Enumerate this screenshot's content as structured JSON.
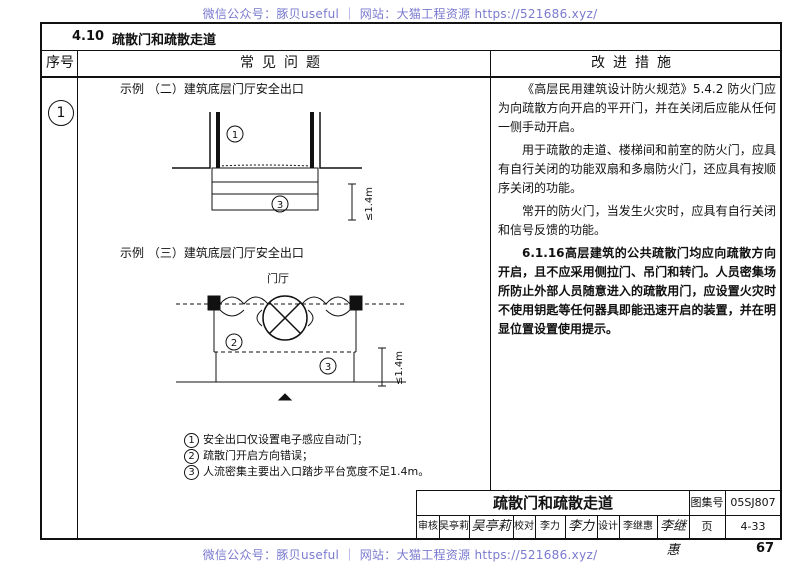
{
  "watermark": {
    "text": "微信公众号：豚贝useful ｜ 网站：大猫工程资源 https://521686.xyz/"
  },
  "section": {
    "number": "4.10",
    "title": "疏散门和疏散走道"
  },
  "table": {
    "col_index": "序号",
    "col_problem": "常见问题",
    "col_fix": "改进措施",
    "row_number": "1"
  },
  "examples": {
    "ex2_title": "示例 （二）建筑底层门厅安全出口",
    "ex3_title": "示例 （三）建筑底层门厅安全出口",
    "hall_label": "门厅",
    "dim_label": "≤1.4m",
    "m1": "1",
    "m2": "2",
    "m3": "3"
  },
  "annotations": [
    {
      "num": "1",
      "text": "安全出口仅设置电子感应自动门；"
    },
    {
      "num": "2",
      "text": "疏散门开启方向错误；"
    },
    {
      "num": "3",
      "text": "人流密集主要出入口踏步平台宽度不足1.4m。"
    }
  ],
  "measures": [
    "《高层民用建筑设计防火规范》5.4.2 防火门应为向疏散方向开启的平开门，并在关闭后应能从任何一侧手动开启。",
    "用于疏散的走道、楼梯间和前室的防火门，应具有自行关闭的功能双扇和多扇防火门，还应具有按顺序关闭的功能。",
    "常开的防火门，当发生火灾时，应具有自行关闭和信号反馈的功能。",
    "6.1.16高层建筑的公共疏散门均应向疏散方向开启，且不应采用侧拉门、吊门和转门。人员密集场所防止外部人员随意进入的疏散用门，应设置火灾时不使用钥匙等任何器具即能迅速开启的装置，并在明显位置设置使用提示。"
  ],
  "title_block": {
    "drawing_title": "疏散门和疏散走道",
    "atlas_label": "图集号",
    "atlas_no": "05SJ807",
    "review_label": "审核",
    "reviewer": "吴亭莉",
    "check_label": "校对",
    "checker": "李力",
    "design_label": "设计",
    "designer": "李继惠",
    "page_label": "页",
    "page_no": "4-33"
  },
  "page_number": "67"
}
